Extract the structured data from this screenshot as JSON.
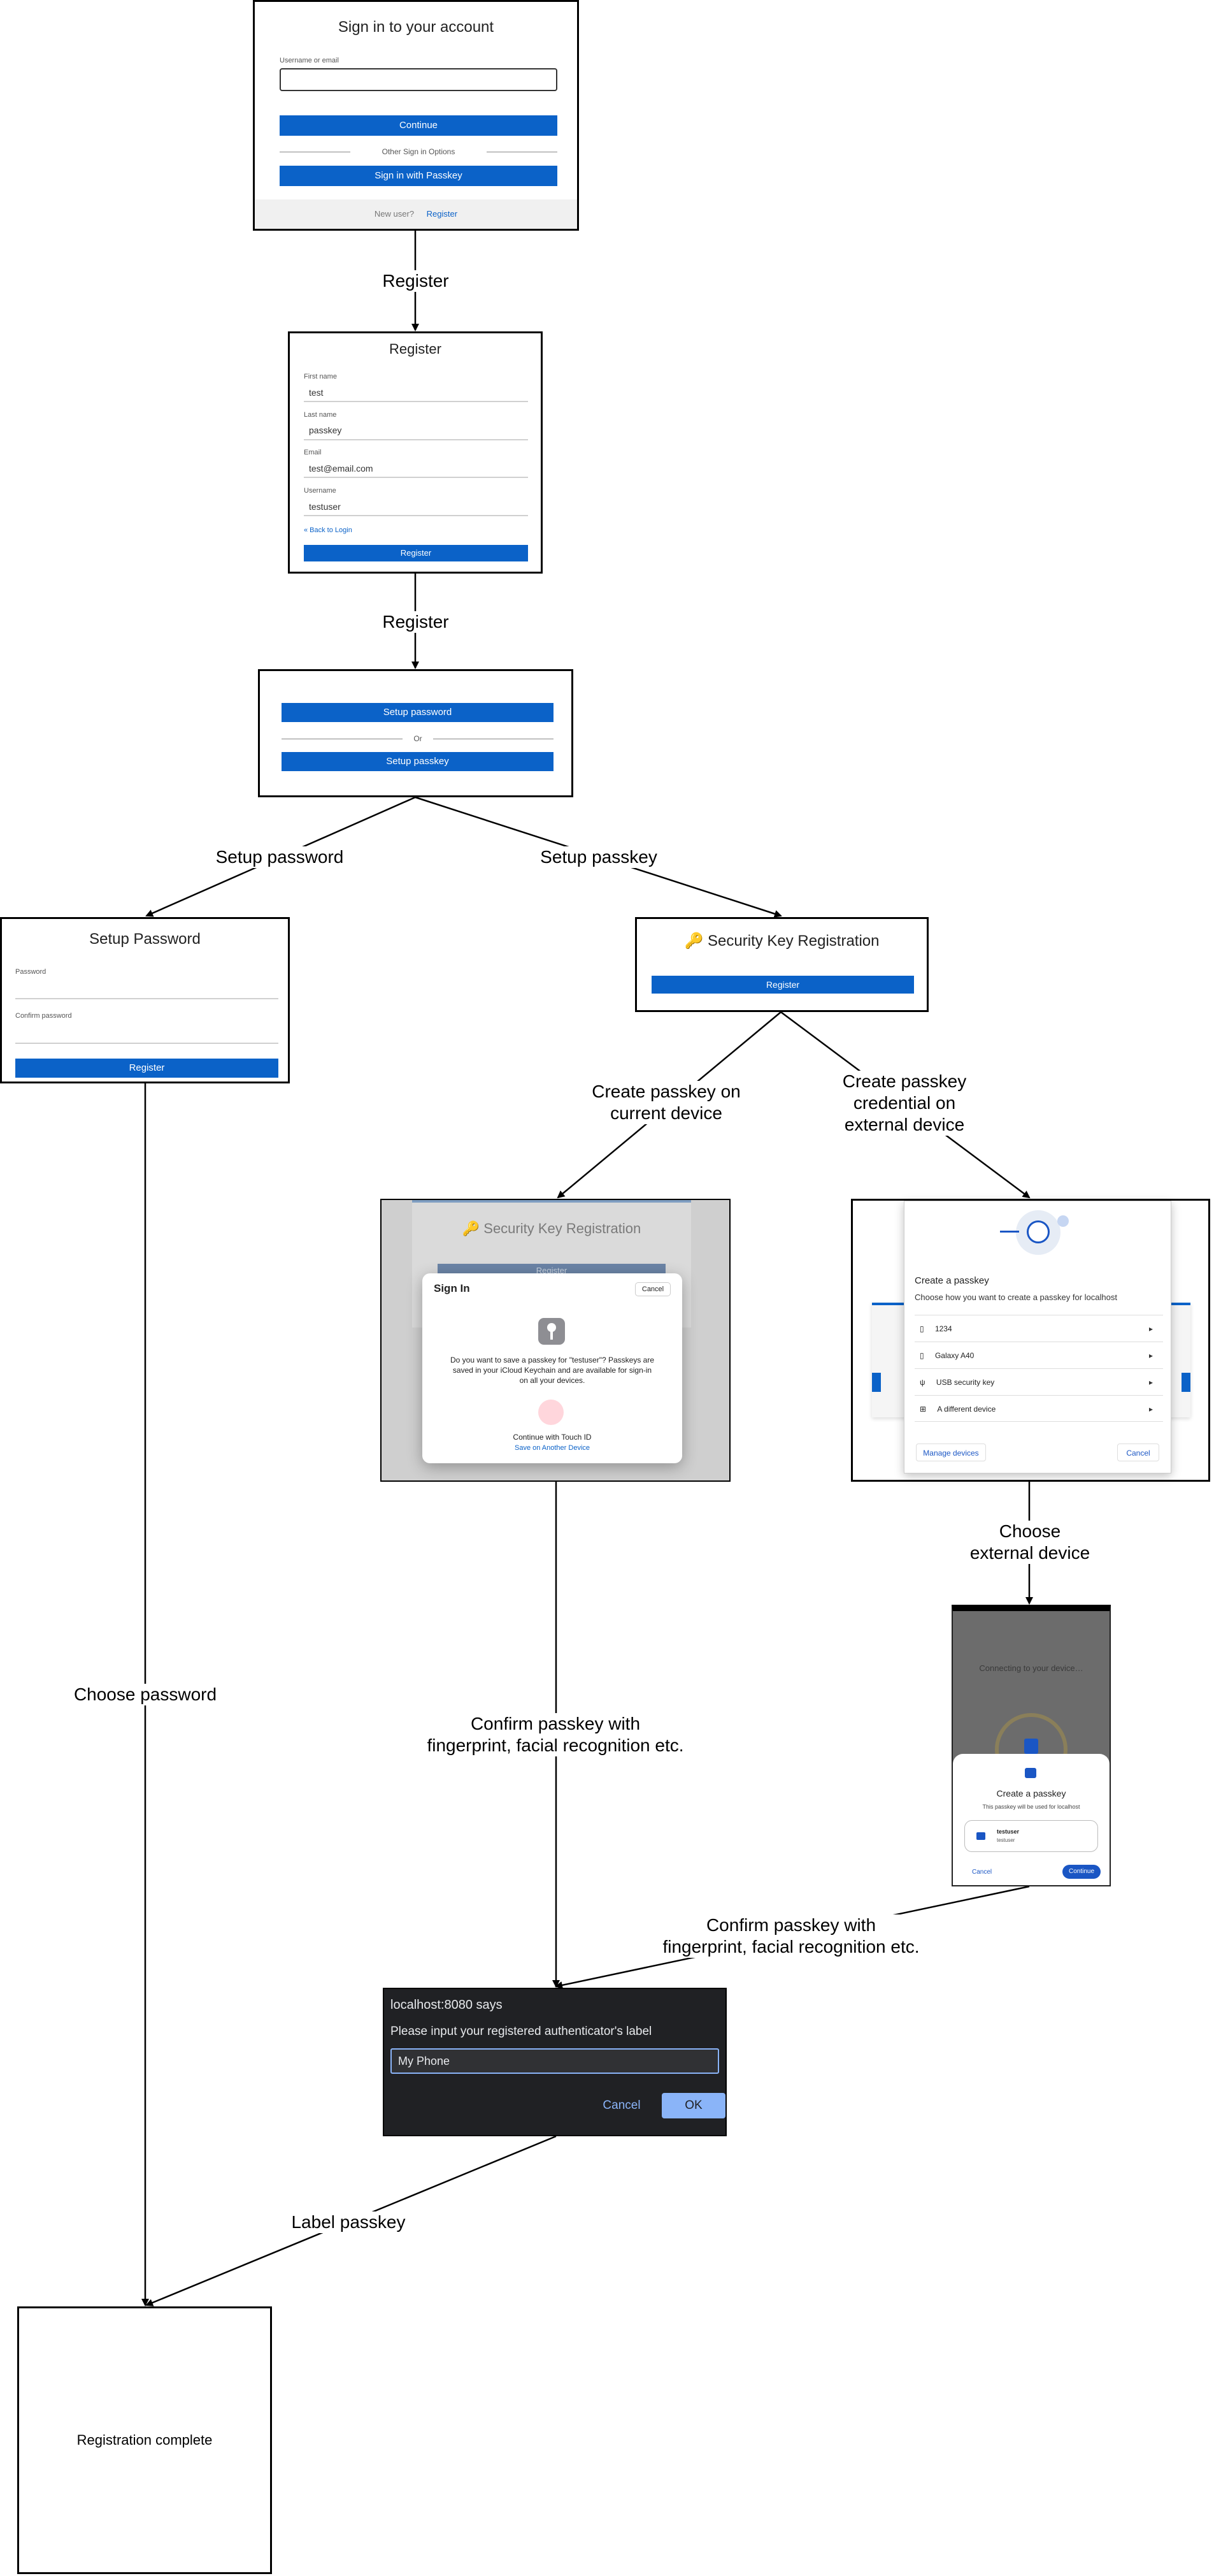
{
  "signin": {
    "title": "Sign in to your account",
    "username_label": "Username or email",
    "continue_label": "Continue",
    "divider_label": "Other Sign in Options",
    "passkey_label": "Sign in with Passkey",
    "new_user": "New user?",
    "register_link": "Register"
  },
  "register_form": {
    "title": "Register",
    "fields": [
      {
        "label": "First name",
        "value": "test"
      },
      {
        "label": "Last name",
        "value": "passkey"
      },
      {
        "label": "Email",
        "value": "test@email.com"
      },
      {
        "label": "Username",
        "value": "testuser"
      }
    ],
    "back_link": "« Back to Login",
    "submit_label": "Register"
  },
  "setup_choice": {
    "setup_password_label": "Setup password",
    "or_label": "Or",
    "setup_passkey_label": "Setup passkey"
  },
  "setup_password": {
    "title": "Setup Password",
    "password_label": "Password",
    "confirm_label": "Confirm password",
    "submit_label": "Register"
  },
  "security_key": {
    "title": "Security Key Registration",
    "submit_label": "Register"
  },
  "mac_dialog": {
    "bg_title": "Security Key Registration",
    "bg_button": "Register",
    "title": "Sign In",
    "cancel_label": "Cancel",
    "message": "Do you want to save a passkey for \"testuser\"? Passkeys are saved in your iCloud Keychain and are available for sign-in on all your devices.",
    "touch_label": "Continue with Touch ID",
    "other_device_link": "Save on Another Device"
  },
  "chrome_dialog": {
    "title": "Create a passkey",
    "subtitle": "Choose how you want to create a passkey for localhost",
    "options": [
      "1234",
      "Galaxy A40",
      "USB security key",
      "A different device"
    ],
    "manage_label": "Manage devices",
    "cancel_label": "Cancel"
  },
  "phone": {
    "connecting": "Connecting to your device…",
    "title": "Create a passkey",
    "subtitle": "This passkey will be used for localhost",
    "user_name": "testuser",
    "user_sub": "testuser",
    "cancel_label": "Cancel",
    "continue_label": "Continue"
  },
  "prompt": {
    "title": "localhost:8080 says",
    "message": "Please input your registered authenticator's label",
    "input_value": "My Phone",
    "cancel_label": "Cancel",
    "ok_label": "OK"
  },
  "complete": {
    "text": "Registration complete"
  },
  "edge_labels": {
    "register_1": "Register",
    "register_2": "Register",
    "setup_password": "Setup password",
    "setup_passkey": "Setup passkey",
    "current_device_1": "Create passkey on",
    "current_device_2": "current device",
    "external_1": "Create passkey",
    "external_2": "credential on",
    "external_3": "external device",
    "choose_external_1": "Choose",
    "choose_external_2": "external device",
    "choose_password": "Choose password",
    "confirm_1a": "Confirm passkey with",
    "confirm_1b": "fingerprint, facial recognition etc.",
    "confirm_2a": "Confirm passkey with",
    "confirm_2b": "fingerprint, facial recognition etc.",
    "label_passkey": "Label passkey"
  },
  "colors": {
    "accent": "#0b62c8",
    "dark_dialog": "#202124",
    "ok_button": "#8ab4f8"
  }
}
